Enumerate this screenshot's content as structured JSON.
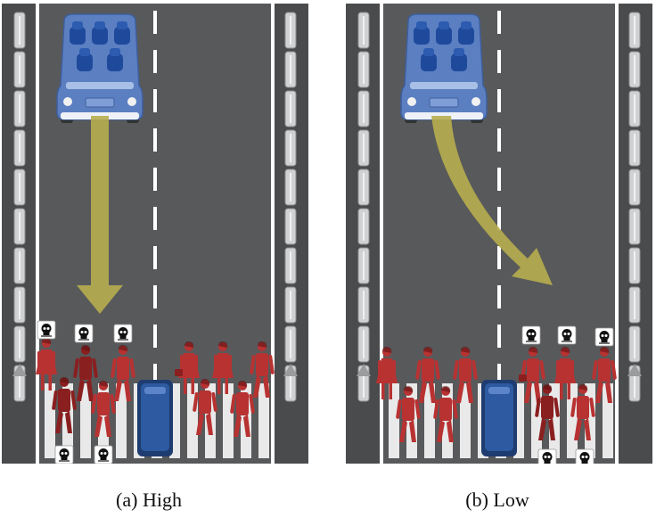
{
  "figure": {
    "panels": [
      {
        "id": "a",
        "caption": "(a) High",
        "path": "straight",
        "pedestrian_count": 10,
        "fatality_icons": 5
      },
      {
        "id": "b",
        "caption": "(b) Low",
        "path": "swerve",
        "pedestrian_count": 10,
        "fatality_icons": 5
      }
    ],
    "colors": {
      "road": "#58595b",
      "barrier": "#d0d1d2",
      "lane_marking": "#ffffff",
      "vehicle": "#5b7fc1",
      "vehicle_seats": "#1f4a9c",
      "path_arrow": "#b7ad4e",
      "pedestrian": "#b83232",
      "pedestrian_dark": "#8a1f1f",
      "skull_box": "#ffffff",
      "crosswalk": "#e9e9e9",
      "barrier_block": "#2d5aa0"
    },
    "icons": [
      "autonomous-car-icon",
      "skull-icon",
      "pedestrian-icon",
      "path-arrow-icon"
    ]
  }
}
